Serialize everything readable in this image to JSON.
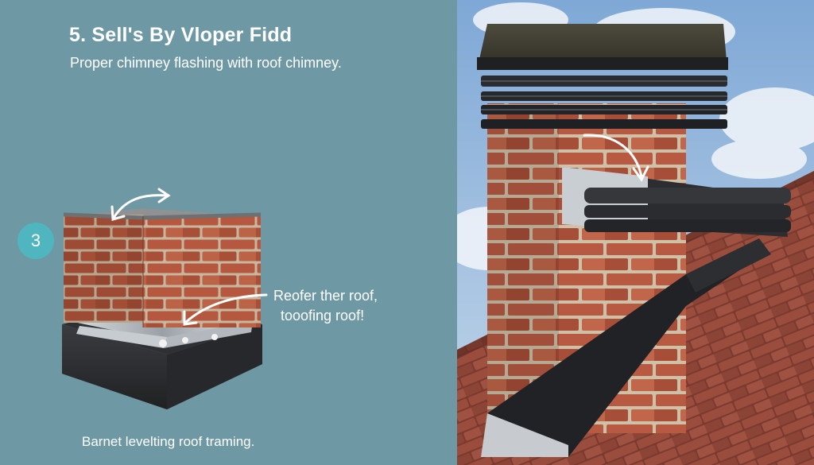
{
  "heading": {
    "title": "5. Sell's By Vloper Fidd",
    "subtitle": "Proper chimney flashing with roof chimney."
  },
  "step_badge": "3",
  "callout": {
    "line1": "Reofer ther roof,",
    "line2": "tooofing roof!"
  },
  "caption": "Barnet levelting roof traming.",
  "colors": {
    "panel_bg": "#6d98a4",
    "badge": "#4fb6c0",
    "brick": "#b35a43",
    "flashing": "#2a2d30",
    "roof_tile": "#8a4638",
    "sky": "#8fb4db"
  }
}
